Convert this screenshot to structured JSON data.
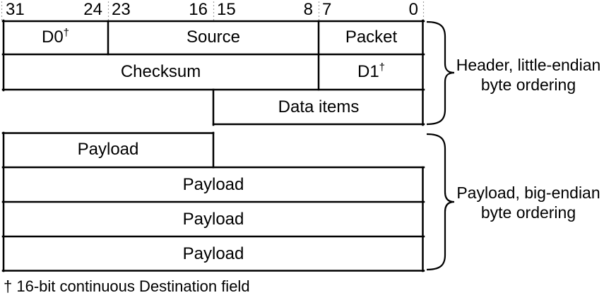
{
  "diagram": {
    "bit_groups": [
      {
        "high": "31",
        "low": "24"
      },
      {
        "high": "23",
        "low": "16"
      },
      {
        "high": "15",
        "low": "8"
      },
      {
        "high": "7",
        "low": "0"
      }
    ],
    "header_block": {
      "d0": {
        "text": "D0",
        "sup": "†"
      },
      "source": "Source",
      "packet": "Packet",
      "checksum": "Checksum",
      "d1": {
        "text": "D1",
        "sup": "†"
      },
      "data_items": "Data items"
    },
    "payload_block": {
      "rows": [
        "Payload",
        "Payload",
        "Payload",
        "Payload"
      ]
    },
    "annotations": {
      "header_label_line1": "Header, little-endian",
      "header_label_line2": "byte ordering",
      "payload_label_line1": "Payload, big-endian",
      "payload_label_line2": "byte ordering",
      "footnote": "† 16-bit continuous Destination field"
    },
    "colors": {
      "line": "#000000",
      "text": "#000000",
      "dotted_guide": "#a0a0a0",
      "background": "#ffffff"
    }
  }
}
